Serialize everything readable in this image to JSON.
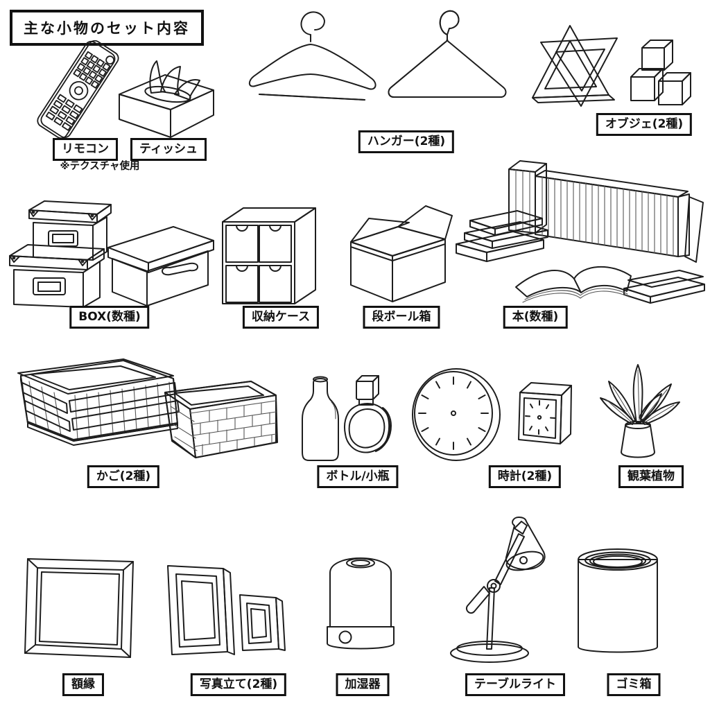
{
  "title": "主な小物のセット内容",
  "items": [
    {
      "id": "remote",
      "label": "リモコン",
      "note": "※テクスチャ使用",
      "icon": "remote-illustration"
    },
    {
      "id": "tissue",
      "label": "ティッシュ",
      "icon": "tissue-box-illustration"
    },
    {
      "id": "hanger",
      "label": "ハンガー(2種)",
      "icon": "hangers-illustration"
    },
    {
      "id": "objet",
      "label": "オブジェ(2種)",
      "icon": "objets-illustration"
    },
    {
      "id": "box",
      "label": "BOX(数種)",
      "icon": "storage-boxes-illustration"
    },
    {
      "id": "storage-case",
      "label": "収納ケース",
      "icon": "drawer-case-illustration"
    },
    {
      "id": "cardboard",
      "label": "段ボール箱",
      "icon": "cardboard-box-illustration"
    },
    {
      "id": "books",
      "label": "本(数種)",
      "icon": "books-illustration"
    },
    {
      "id": "basket",
      "label": "かご(2種)",
      "icon": "baskets-illustration"
    },
    {
      "id": "bottle",
      "label": "ボトル/小瓶",
      "icon": "bottles-illustration"
    },
    {
      "id": "clock",
      "label": "時計(2種)",
      "icon": "clocks-illustration"
    },
    {
      "id": "plant",
      "label": "観葉植物",
      "icon": "houseplant-illustration"
    },
    {
      "id": "frame",
      "label": "額縁",
      "icon": "picture-frame-illustration"
    },
    {
      "id": "photo-stand",
      "label": "写真立て(2種)",
      "icon": "photo-stands-illustration"
    },
    {
      "id": "humidifier",
      "label": "加湿器",
      "icon": "humidifier-illustration"
    },
    {
      "id": "table-light",
      "label": "テーブルライト",
      "icon": "table-lamp-illustration"
    },
    {
      "id": "trash",
      "label": "ゴミ箱",
      "icon": "trash-can-illustration"
    }
  ],
  "colors": {
    "ink": "#1d1d1d",
    "paper": "#ffffff",
    "fill_light": "#f4f4f4",
    "fill_mid": "#e4e4e4",
    "fill_dark": "#cfcfcf",
    "trash_gray": "#969696"
  }
}
